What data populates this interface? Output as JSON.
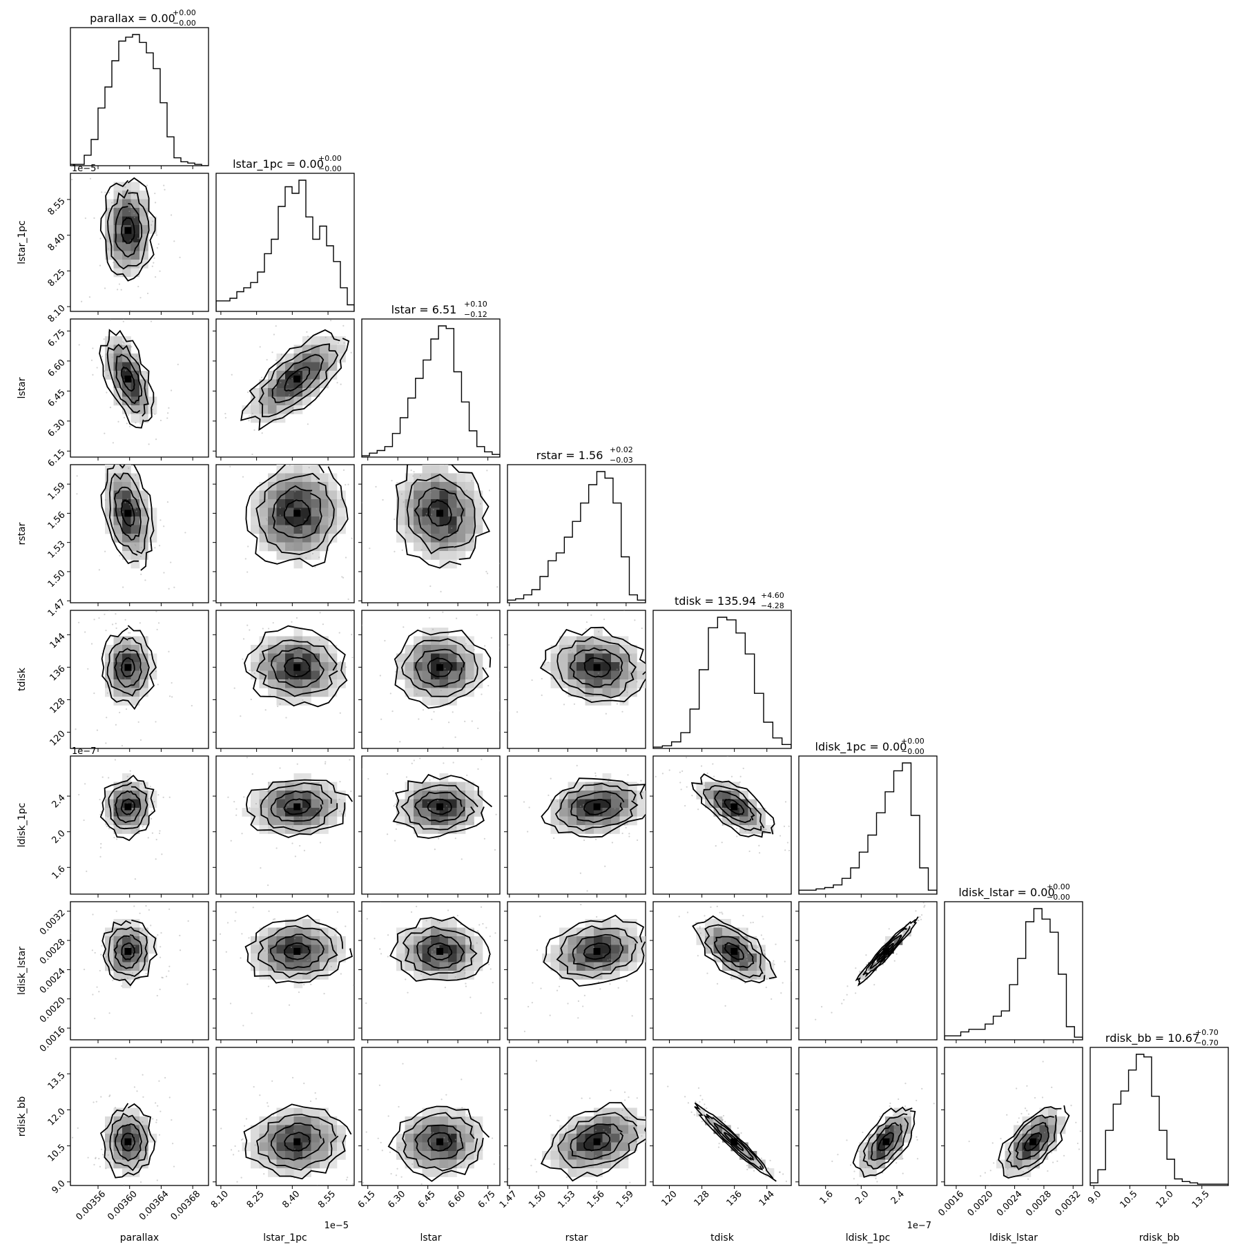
{
  "chart_data": {
    "type": "corner",
    "parameters": [
      {
        "name": "parallax",
        "title": "parallax = 0.00",
        "median": "0.00",
        "plus": "+0.00",
        "minus": "−0.00",
        "range": [
          0.003525,
          0.0037
        ],
        "ticks": [
          "0.00356",
          "0.00360",
          "0.00364",
          "0.00368"
        ],
        "tick_values": [
          0.00356,
          0.0036,
          0.00364,
          0.00368
        ],
        "offset_label": "",
        "center": 0.003598,
        "spread": 1.55e-05
      },
      {
        "name": "lstar_1pc",
        "title": "lstar_1pc = 0.00",
        "median": "0.00",
        "plus": "+0.00",
        "minus": "−0.00",
        "range": [
          8.08,
          8.66
        ],
        "ticks": [
          "8.10",
          "8.25",
          "8.40",
          "8.55"
        ],
        "tick_values": [
          8.1,
          8.25,
          8.4,
          8.55
        ],
        "offset_label": "1e−5",
        "center": 8.42,
        "spread": 0.1
      },
      {
        "name": "lstar",
        "title": "lstar = 6.51",
        "median": "6.51",
        "plus": "+0.10",
        "minus": "−0.12",
        "range": [
          6.12,
          6.81
        ],
        "ticks": [
          "6.15",
          "6.30",
          "6.45",
          "6.60",
          "6.75"
        ],
        "tick_values": [
          6.15,
          6.3,
          6.45,
          6.6,
          6.75
        ],
        "offset_label": "",
        "center": 6.51,
        "spread": 0.11
      },
      {
        "name": "rstar",
        "title": "rstar = 1.56",
        "median": "1.56",
        "plus": "+0.02",
        "minus": "−0.03",
        "range": [
          1.468,
          1.61
        ],
        "ticks": [
          "1.47",
          "1.50",
          "1.53",
          "1.56",
          "1.59"
        ],
        "tick_values": [
          1.47,
          1.5,
          1.53,
          1.56,
          1.59
        ],
        "offset_label": "",
        "center": 1.56,
        "spread": 0.025
      },
      {
        "name": "tdisk",
        "title": "tdisk = 135.94",
        "median": "135.94",
        "plus": "+4.60",
        "minus": "−4.28",
        "range": [
          116,
          150
        ],
        "ticks": [
          "120",
          "128",
          "136",
          "144"
        ],
        "tick_values": [
          120,
          128,
          136,
          144
        ],
        "offset_label": "",
        "center": 135.94,
        "spread": 4.4
      },
      {
        "name": "ldisk_1pc",
        "title": "ldisk_1pc = 0.00",
        "median": "0.00",
        "plus": "+0.00",
        "minus": "−0.00",
        "range": [
          1.3,
          2.85
        ],
        "ticks": [
          "1.6",
          "2.0",
          "2.4"
        ],
        "tick_values": [
          1.6,
          2.0,
          2.4
        ],
        "offset_label": "1e−7",
        "center": 2.28,
        "spread": 0.16
      },
      {
        "name": "ldisk_lstar",
        "title": "ldisk_lstar = 0.00",
        "median": "0.00",
        "plus": "+0.00",
        "minus": "−0.00",
        "range": [
          0.00144,
          0.00333
        ],
        "ticks": [
          "0.0016",
          "0.0020",
          "0.0024",
          "0.0028",
          "0.0032"
        ],
        "tick_values": [
          0.0016,
          0.002,
          0.0024,
          0.0028,
          0.0032
        ],
        "offset_label": "",
        "center": 0.00265,
        "spread": 0.00021
      },
      {
        "name": "rdisk_bb",
        "title": "rdisk_bb = 10.67",
        "median": "10.67",
        "plus": "+0.70",
        "minus": "−0.70",
        "range": [
          8.85,
          14.6
        ],
        "ticks": [
          "9.0",
          "10.5",
          "12.0",
          "13.5"
        ],
        "tick_values": [
          9.0,
          10.5,
          12.0,
          13.5
        ],
        "offset_label": "",
        "center": 10.67,
        "spread": 0.7
      }
    ],
    "histograms": [
      [
        0.01,
        0.01,
        0.08,
        0.2,
        0.44,
        0.6,
        0.8,
        0.95,
        0.98,
        1.0,
        0.94,
        0.86,
        0.74,
        0.48,
        0.22,
        0.06,
        0.03,
        0.02,
        0.01,
        0.0
      ],
      [
        0.08,
        0.08,
        0.1,
        0.15,
        0.18,
        0.22,
        0.3,
        0.44,
        0.55,
        0.8,
        0.95,
        0.9,
        1.0,
        0.72,
        0.55,
        0.65,
        0.5,
        0.38,
        0.18,
        0.05
      ],
      [
        0.01,
        0.03,
        0.05,
        0.08,
        0.18,
        0.3,
        0.45,
        0.6,
        0.74,
        0.9,
        1.0,
        0.98,
        0.65,
        0.42,
        0.2,
        0.08,
        0.04,
        0.02
      ],
      [
        0.02,
        0.03,
        0.06,
        0.1,
        0.2,
        0.32,
        0.38,
        0.5,
        0.62,
        0.76,
        0.9,
        1.0,
        0.95,
        0.76,
        0.35,
        0.06,
        0.02
      ],
      [
        0.01,
        0.02,
        0.05,
        0.12,
        0.3,
        0.6,
        0.92,
        1.0,
        0.98,
        0.88,
        0.72,
        0.42,
        0.2,
        0.08,
        0.03
      ],
      [
        0.03,
        0.03,
        0.04,
        0.05,
        0.07,
        0.12,
        0.2,
        0.32,
        0.45,
        0.62,
        0.78,
        0.94,
        1.0,
        0.6,
        0.2,
        0.03
      ],
      [
        0.03,
        0.03,
        0.06,
        0.08,
        0.08,
        0.12,
        0.18,
        0.22,
        0.42,
        0.62,
        0.9,
        1.0,
        0.92,
        0.82,
        0.5,
        0.1,
        0.02
      ],
      [
        0.02,
        0.12,
        0.42,
        0.62,
        0.72,
        0.88,
        1.0,
        0.98,
        0.68,
        0.42,
        0.2,
        0.05,
        0.03,
        0.02,
        0.01,
        0.01,
        0.01,
        0.01
      ]
    ],
    "correlations": [
      [
        1,
        0,
        -0.55,
        -0.35,
        0.0,
        0.05,
        0.05,
        0.0
      ],
      [
        0,
        1,
        0.7,
        0.05,
        -0.05,
        0.1,
        0.05,
        0.1
      ],
      [
        -0.55,
        0.7,
        1,
        -0.1,
        0.0,
        0.0,
        -0.05,
        0.05
      ],
      [
        -0.35,
        0.05,
        -0.1,
        1,
        -0.1,
        0.2,
        0.2,
        0.35
      ],
      [
        0.0,
        -0.05,
        0.0,
        -0.1,
        1,
        -0.65,
        -0.6,
        -0.97
      ],
      [
        0.05,
        0.1,
        0.0,
        0.2,
        -0.65,
        1,
        0.97,
        0.65
      ],
      [
        0.05,
        0.05,
        -0.05,
        0.2,
        -0.6,
        0.97,
        1,
        0.6
      ],
      [
        0.0,
        0.1,
        0.05,
        0.35,
        -0.97,
        0.65,
        0.6,
        1
      ]
    ],
    "contour_levels_sigma": [
      0.5,
      1.0,
      1.5,
      2.0
    ],
    "grid": false,
    "legend": "none"
  }
}
